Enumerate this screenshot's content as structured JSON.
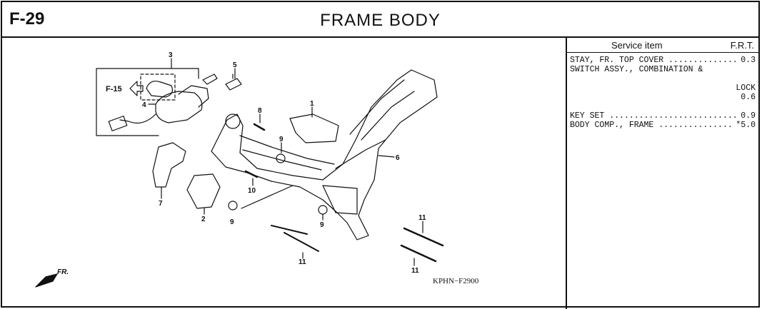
{
  "header": {
    "code": "F-29",
    "title": "FRAME  BODY"
  },
  "service": {
    "col_item": "Service item",
    "col_frt": "F.R.T.",
    "rows": [
      {
        "desc": "STAY, FR. TOP COVER",
        "value": "0.3"
      },
      {
        "desc": "SWITCH ASSY., COMBINATION &",
        "value": ""
      },
      {
        "desc": "LOCK",
        "value": "0.6"
      },
      {
        "desc": "KEY SET",
        "value": "0.9"
      },
      {
        "desc": "BODY COMP., FRAME",
        "value": "*5.0"
      }
    ]
  },
  "diagram": {
    "ref": "F-15",
    "front_mark": "FR.",
    "figure_code": "KPHN−F2900",
    "labels": [
      "1",
      "2",
      "3",
      "4",
      "5",
      "6",
      "7",
      "8",
      "9",
      "9",
      "9",
      "10",
      "11",
      "11",
      "11"
    ]
  }
}
